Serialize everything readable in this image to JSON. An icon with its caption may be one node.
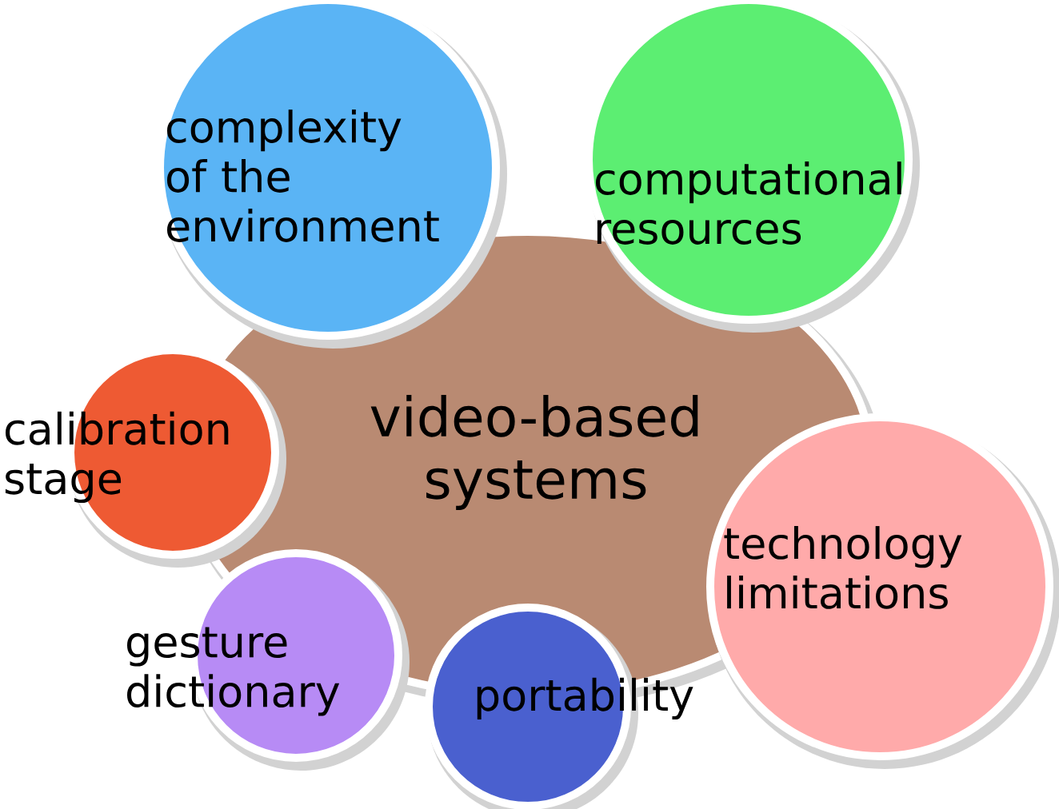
{
  "diagram": {
    "nodes": [
      {
        "text": [
          "video-based systems"
        ]
      },
      {
        "text": [
          "complexity of the environment"
        ]
      },
      {
        "text": [
          "computational resources"
        ]
      },
      {
        "text": [
          "calibration stage"
        ]
      },
      {
        "text": [
          "technology limitations"
        ]
      },
      {
        "text": [
          "gesture dictionary"
        ]
      },
      {
        "text": [
          "portability"
        ]
      }
    ]
  }
}
